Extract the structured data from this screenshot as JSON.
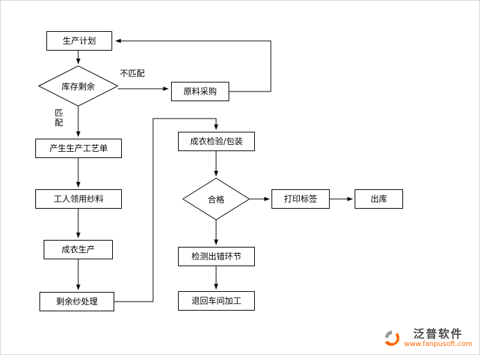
{
  "diagram": {
    "nodes": {
      "production_plan": {
        "label": "生产计划"
      },
      "inventory_check": {
        "label": "库存剩余"
      },
      "raw_material_purchase": {
        "label": "原料采购"
      },
      "create_process_order": {
        "label": "产生生产工艺单"
      },
      "worker_receive_yarn": {
        "label": "工人领用纱料"
      },
      "garment_production": {
        "label": "成衣生产"
      },
      "leftover_yarn_handling": {
        "label": "剩余纱处理"
      },
      "garment_inspection_packaging": {
        "label": "成衣检验/包装"
      },
      "qualified_check": {
        "label": "合格"
      },
      "print_label": {
        "label": "打印标签"
      },
      "warehouse_out": {
        "label": "出库"
      },
      "detect_error_step": {
        "label": "检测出错环节"
      },
      "return_to_workshop": {
        "label": "退回车间加工"
      }
    },
    "edge_labels": {
      "no_match": "不匹配",
      "match": "匹配"
    },
    "line_color": "#000000"
  },
  "branding": {
    "name": "泛普软件",
    "url": "www.fanpusoft.com",
    "accent_color": "#ff6600"
  }
}
